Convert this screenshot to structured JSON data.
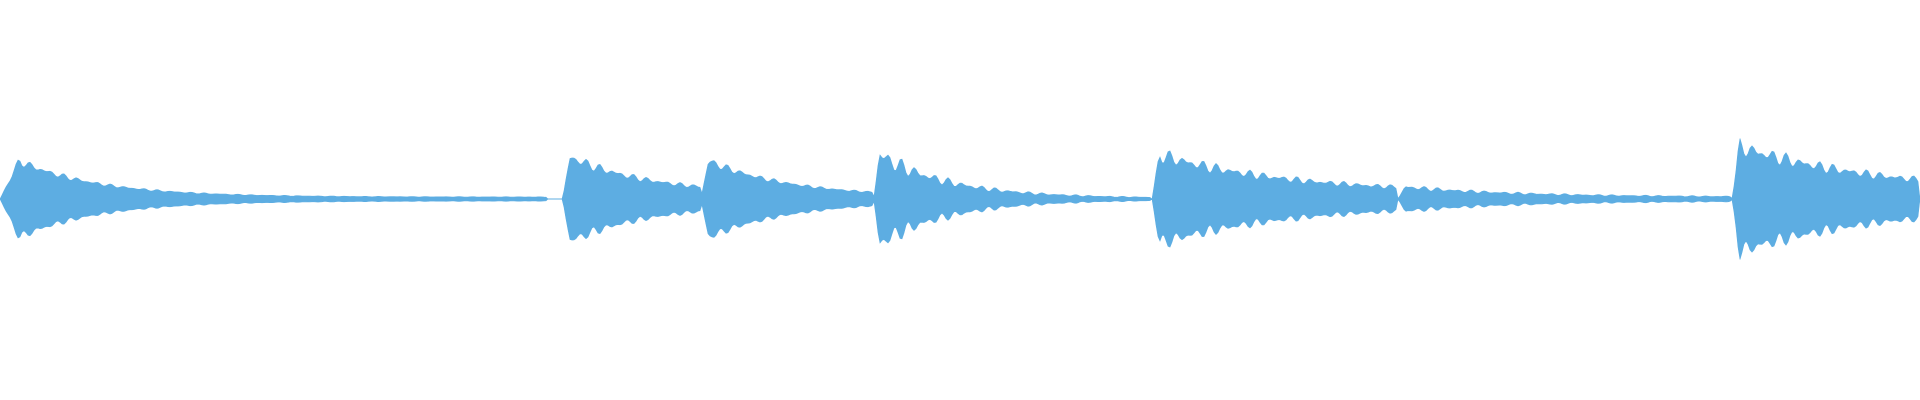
{
  "waveform": {
    "color": "#5dade2",
    "background": "#ffffff",
    "segments": [
      {
        "start": 0.0,
        "end": 0.285,
        "peak": 0.38,
        "attack": 0.01,
        "decay": 0.25,
        "floor": 0.02,
        "ripple": 0.12
      },
      {
        "start": 0.285,
        "end": 0.293,
        "peak": 0.0,
        "attack": 0.001,
        "decay": 0.01,
        "floor": 0.0,
        "ripple": 0.0
      },
      {
        "start": 0.293,
        "end": 0.365,
        "peak": 0.42,
        "attack": 0.004,
        "decay": 0.25,
        "floor": 0.05,
        "ripple": 0.15
      },
      {
        "start": 0.365,
        "end": 0.455,
        "peak": 0.38,
        "attack": 0.004,
        "decay": 0.26,
        "floor": 0.018,
        "ripple": 0.12
      },
      {
        "start": 0.455,
        "end": 0.6,
        "peak": 0.44,
        "attack": 0.003,
        "decay": 0.22,
        "floor": 0.008,
        "ripple": 0.25
      },
      {
        "start": 0.6,
        "end": 0.728,
        "peak": 0.44,
        "attack": 0.004,
        "decay": 0.4,
        "floor": 0.06,
        "ripple": 0.18
      },
      {
        "start": 0.728,
        "end": 0.902,
        "peak": 0.12,
        "attack": 0.004,
        "decay": 0.35,
        "floor": 0.02,
        "ripple": 0.22
      },
      {
        "start": 0.902,
        "end": 1.0,
        "peak": 0.52,
        "attack": 0.004,
        "decay": 0.45,
        "floor": 0.06,
        "ripple": 0.18
      }
    ]
  }
}
